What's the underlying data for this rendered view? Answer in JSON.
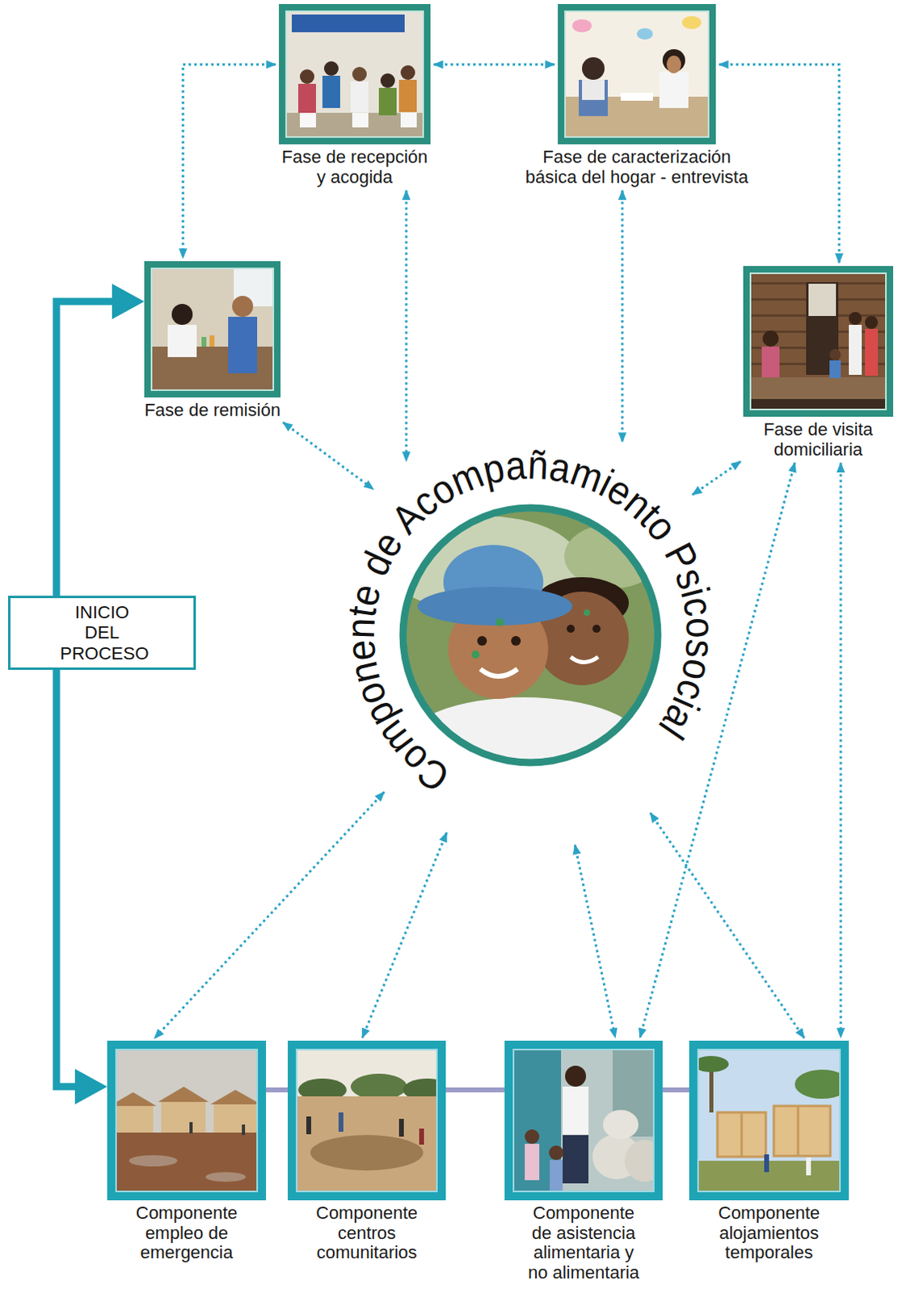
{
  "diagram": {
    "nodes": [
      {
        "text": [
          "Fase de recepción y acogida"
        ]
      },
      {
        "text": [
          "Fase de caracterización básica del hogar - entrevista"
        ]
      },
      {
        "text": [
          "Fase de remisión"
        ]
      },
      {
        "text": [
          "Fase de visita domiciliaria"
        ]
      },
      {
        "text": [
          "Componente de Acompañamiento Psicosocial"
        ]
      },
      {
        "text": [
          "INICIO DEL PROCESO"
        ]
      },
      {
        "text": [
          "Componente empleo de emergencia"
        ]
      },
      {
        "text": [
          "Componente centros comunitarios"
        ]
      },
      {
        "text": [
          "Componente de asistencia alimentaria y no alimentaria"
        ]
      },
      {
        "text": [
          "Componente alojamientos temporales"
        ]
      }
    ],
    "edges": [
      {
        "from": 0,
        "to": 2,
        "arrow": "both"
      },
      {
        "from": 0,
        "to": 1,
        "arrow": "both"
      },
      {
        "from": 1,
        "to": 3,
        "arrow": "both"
      },
      {
        "from": 5,
        "to": 2,
        "arrow": "to"
      },
      {
        "from": 0,
        "to": 4,
        "arrow": "both"
      },
      {
        "from": 1,
        "to": 4,
        "arrow": "both"
      },
      {
        "from": 2,
        "to": 4,
        "arrow": "both"
      },
      {
        "from": 3,
        "to": 4,
        "arrow": "both"
      },
      {
        "from": 3,
        "to": 8,
        "arrow": "both"
      },
      {
        "from": 3,
        "to": 9,
        "arrow": "both"
      },
      {
        "from": 4,
        "to": 6,
        "arrow": "both"
      },
      {
        "from": 4,
        "to": 7,
        "arrow": "both"
      },
      {
        "from": 4,
        "to": 8,
        "arrow": "both"
      },
      {
        "from": 4,
        "to": 9,
        "arrow": "both"
      },
      {
        "from": 5,
        "to": 6,
        "arrow": "to"
      },
      {
        "from": 6,
        "to": 7,
        "arrow": "none"
      },
      {
        "from": 7,
        "to": 8,
        "arrow": "none"
      },
      {
        "from": 8,
        "to": 9,
        "arrow": "none"
      }
    ]
  }
}
